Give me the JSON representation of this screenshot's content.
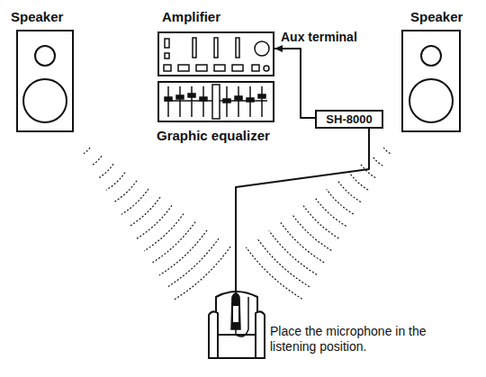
{
  "diagram": {
    "nodes": [
      {
        "text": [
          "Speaker"
        ]
      },
      {
        "text": [
          "Amplifier"
        ]
      },
      {
        "text": [
          "Graphic equalizer"
        ]
      },
      {
        "text": [
          "Speaker"
        ]
      },
      {
        "text": [
          "SH-8000"
        ]
      },
      {
        "text": [
          "Place the microphone in the listening position."
        ]
      }
    ],
    "edges": [
      {
        "from": 4,
        "to": 1,
        "arrow": "to"
      },
      {
        "from": 4,
        "to": 5,
        "arrow": "none"
      }
    ],
    "labels": [
      "Aux terminal"
    ]
  }
}
